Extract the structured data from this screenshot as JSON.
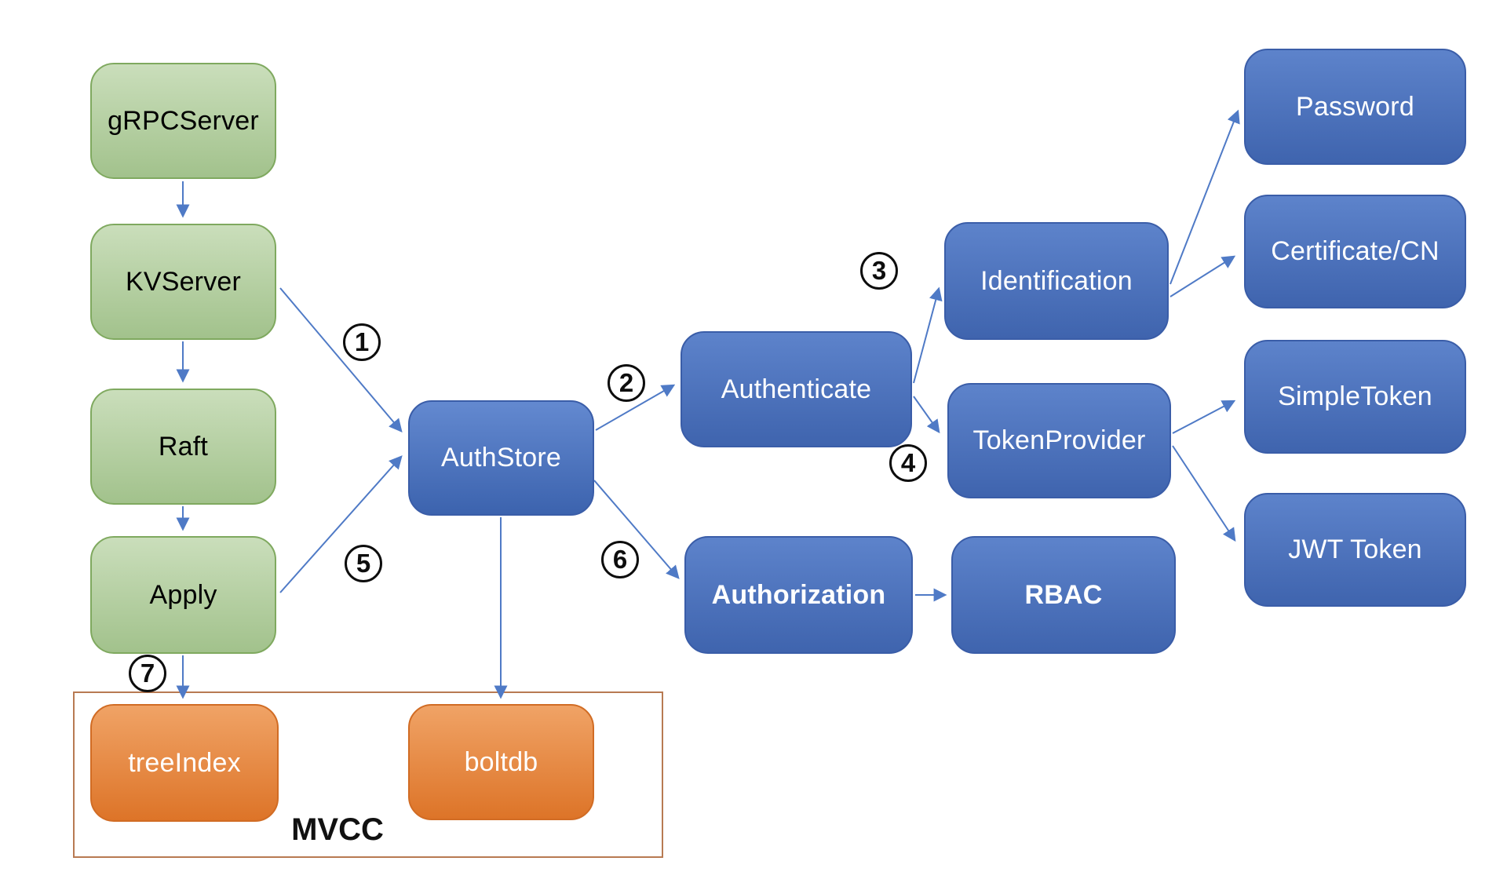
{
  "nodes": {
    "grpcserver": "gRPCServer",
    "kvserver": "KVServer",
    "raft": "Raft",
    "apply": "Apply",
    "authstore": "AuthStore",
    "authenticate": "Authenticate",
    "authorization": "Authorization",
    "identification": "Identification",
    "tokenprovider": "TokenProvider",
    "rbac": "RBAC",
    "password": "Password",
    "certificate": "Certificate/CN",
    "simpletoken": "SimpleToken",
    "jwttoken": "JWT Token",
    "treeindex": "treeIndex",
    "boltdb": "boltdb"
  },
  "container_label": "MVCC",
  "badges": {
    "b1": "1",
    "b2": "2",
    "b3": "3",
    "b4": "4",
    "b5": "5",
    "b6": "6",
    "b7": "7"
  },
  "colors": {
    "green_fill": "#a2c28c",
    "green_border": "#7fa95f",
    "blue_fill": "#4166b1",
    "blue_border": "#3a5da8",
    "orange_fill": "#dd7428",
    "orange_border": "#d16c24",
    "arrow": "#4f7ac6",
    "container_border": "#b87a52",
    "badge_border": "#0d0d0d"
  }
}
